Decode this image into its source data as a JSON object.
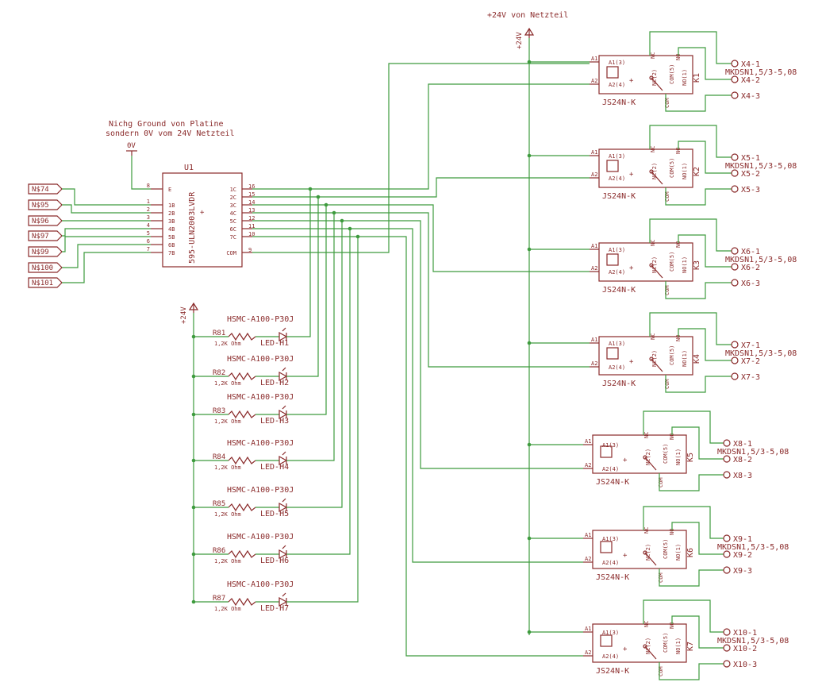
{
  "power": {
    "label_top": "+24V von Netzteil",
    "vcc_top": "+24V",
    "vcc_led": "+24V",
    "gnd_note_line1": "Nichg Ground von Platine",
    "gnd_note_line2": "sondern 0V vom 24V Netzteil",
    "gnd_label": "0V"
  },
  "ic": {
    "name": "U1",
    "value": "595-ULN2003LVDR",
    "left_pins": [
      {
        "num": "8",
        "name": "E"
      },
      {
        "num": "1",
        "name": "1B"
      },
      {
        "num": "2",
        "name": "2B"
      },
      {
        "num": "3",
        "name": "3B"
      },
      {
        "num": "4",
        "name": "4B"
      },
      {
        "num": "5",
        "name": "5B"
      },
      {
        "num": "6",
        "name": "6B"
      },
      {
        "num": "7",
        "name": "7B"
      }
    ],
    "right_pins": [
      {
        "num": "16",
        "name": "1C"
      },
      {
        "num": "15",
        "name": "2C"
      },
      {
        "num": "14",
        "name": "3C"
      },
      {
        "num": "13",
        "name": "4C"
      },
      {
        "num": "12",
        "name": "5C"
      },
      {
        "num": "11",
        "name": "6C"
      },
      {
        "num": "10",
        "name": "7C"
      },
      {
        "num": "9",
        "name": "COM"
      }
    ]
  },
  "nets": [
    "N$74",
    "N$95",
    "N$96",
    "N$97",
    "N$99",
    "N$100",
    "N$101"
  ],
  "leds": [
    {
      "res": "R81",
      "led": "LED-H1",
      "value": "HSMC-A100-P30J",
      "ohm": "1,2K Ohm"
    },
    {
      "res": "R82",
      "led": "LED-H2",
      "value": "HSMC-A100-P30J",
      "ohm": "1,2K Ohm"
    },
    {
      "res": "R83",
      "led": "LED-H3",
      "value": "HSMC-A100-P30J",
      "ohm": "1,2K Ohm"
    },
    {
      "res": "R84",
      "led": "LED-H4",
      "value": "HSMC-A100-P30J",
      "ohm": "1,2K Ohm"
    },
    {
      "res": "R85",
      "led": "LED-H5",
      "value": "HSMC-A100-P30J",
      "ohm": "1,2K Ohm"
    },
    {
      "res": "R86",
      "led": "LED-H6",
      "value": "HSMC-A100-P30J",
      "ohm": "1,2K Ohm"
    },
    {
      "res": "R87",
      "led": "LED-H7",
      "value": "HSMC-A100-P30J",
      "ohm": "1,2K Ohm"
    }
  ],
  "relays": [
    {
      "name": "K1",
      "value": "JS24N-K",
      "terminal": "MKDSN1,5/3-5,08",
      "x1": "X4-1",
      "x2": "X4-2",
      "x3": "X4-3"
    },
    {
      "name": "K2",
      "value": "JS24N-K",
      "terminal": "MKDSN1,5/3-5,08",
      "x1": "X5-1",
      "x2": "X5-2",
      "x3": "X5-3"
    },
    {
      "name": "K3",
      "value": "JS24N-K",
      "terminal": "MKDSN1,5/3-5,08",
      "x1": "X6-1",
      "x2": "X6-2",
      "x3": "X6-3"
    },
    {
      "name": "K4",
      "value": "JS24N-K",
      "terminal": "MKDSN1,5/3-5,08",
      "x1": "X7-1",
      "x2": "X7-2",
      "x3": "X7-3"
    },
    {
      "name": "K5",
      "value": "JS24N-K",
      "terminal": "MKDSN1,5/3-5,08",
      "x1": "X8-1",
      "x2": "X8-2",
      "x3": "X8-3"
    },
    {
      "name": "K6",
      "value": "JS24N-K",
      "terminal": "MKDSN1,5/3-5,08",
      "x1": "X9-1",
      "x2": "X9-2",
      "x3": "X9-3"
    },
    {
      "name": "K7",
      "value": "JS24N-K",
      "terminal": "MKDSN1,5/3-5,08",
      "x1": "X10-1",
      "x2": "X10-2",
      "x3": "X10-3"
    }
  ],
  "relay_pins": {
    "a1": "A1",
    "a2": "A2",
    "a1_3": "A1(3)",
    "a2_4": "A2(4)",
    "nc": "NC",
    "no": "NO",
    "nc2": "NC(2)",
    "com5": "COM(5)",
    "no1": "NO(1)",
    "com": "COM"
  }
}
